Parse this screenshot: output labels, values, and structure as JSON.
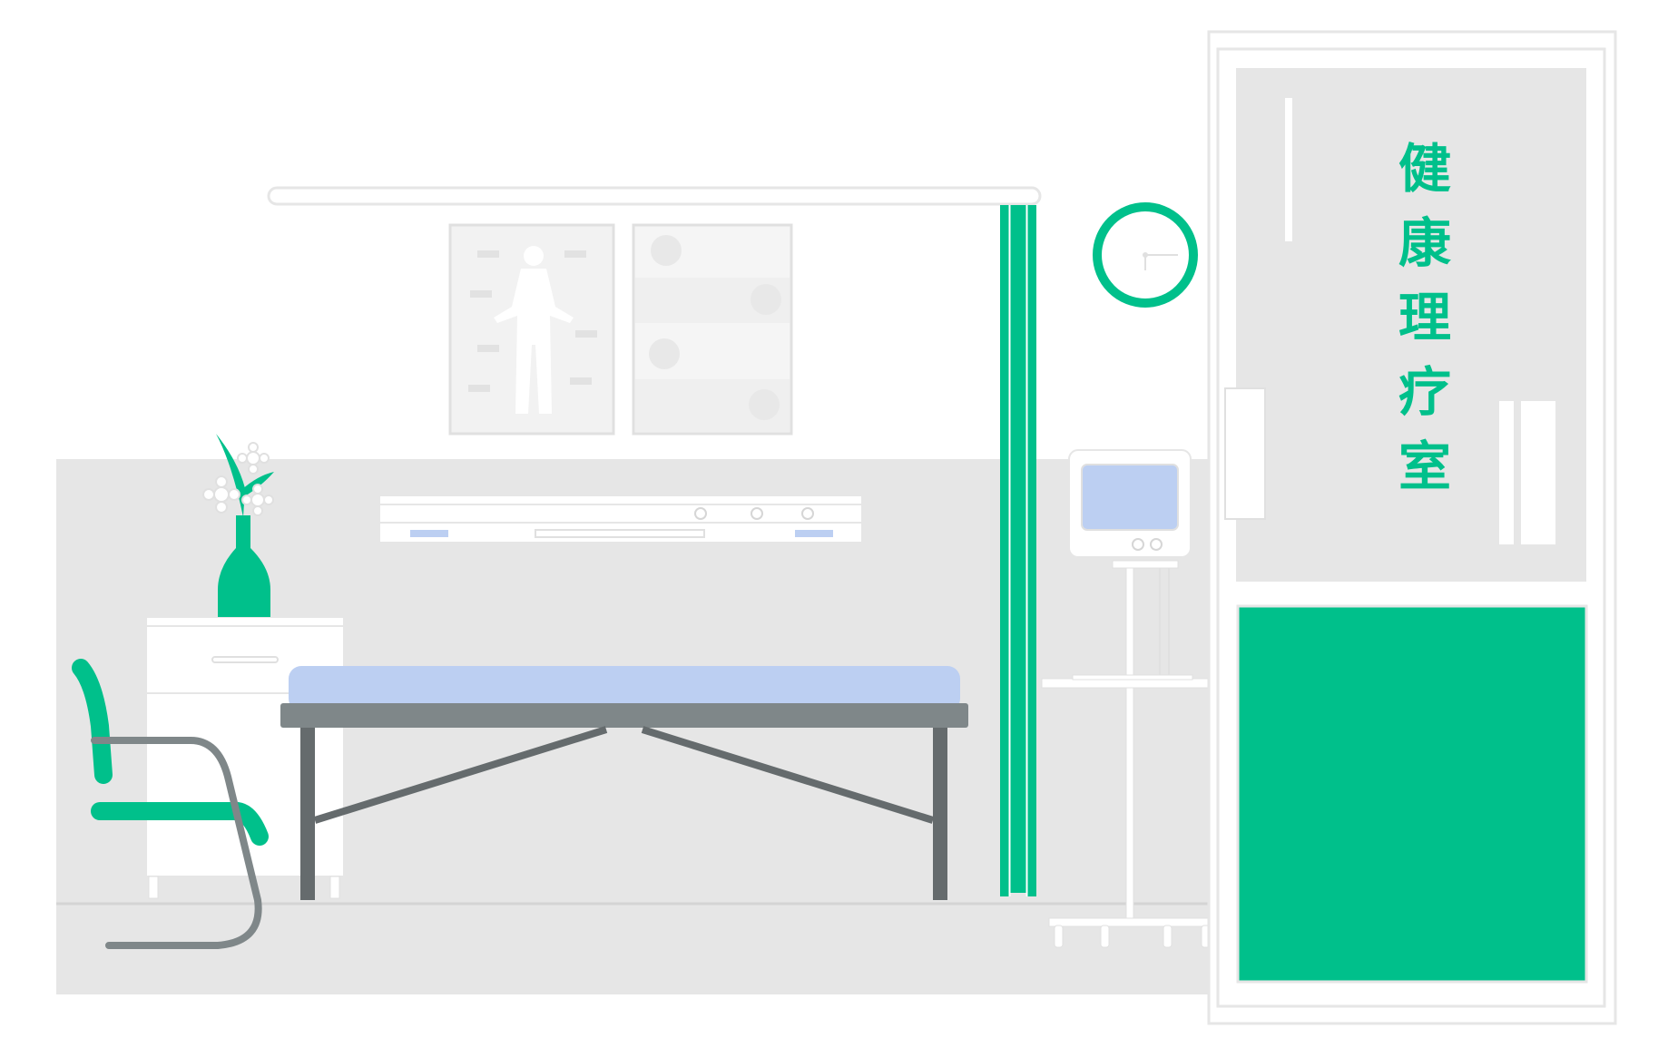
{
  "door_sign": {
    "characters": [
      "健",
      "康",
      "理",
      "疗",
      "室"
    ]
  },
  "colors": {
    "accent_green": "#00c08b",
    "dark_green": "#00a87a",
    "wall_gray": "#e6e6e6",
    "light_gray": "#f2f2f2",
    "mattress_blue": "#bccff2",
    "table_gray": "#7f8789",
    "leg_gray": "#656b6d",
    "white": "#ffffff"
  },
  "icons": {
    "clock": "wall-clock-icon",
    "anatomy": "anatomy-poster-icon",
    "monitor": "medical-monitor-icon",
    "vase": "flower-vase-icon"
  }
}
